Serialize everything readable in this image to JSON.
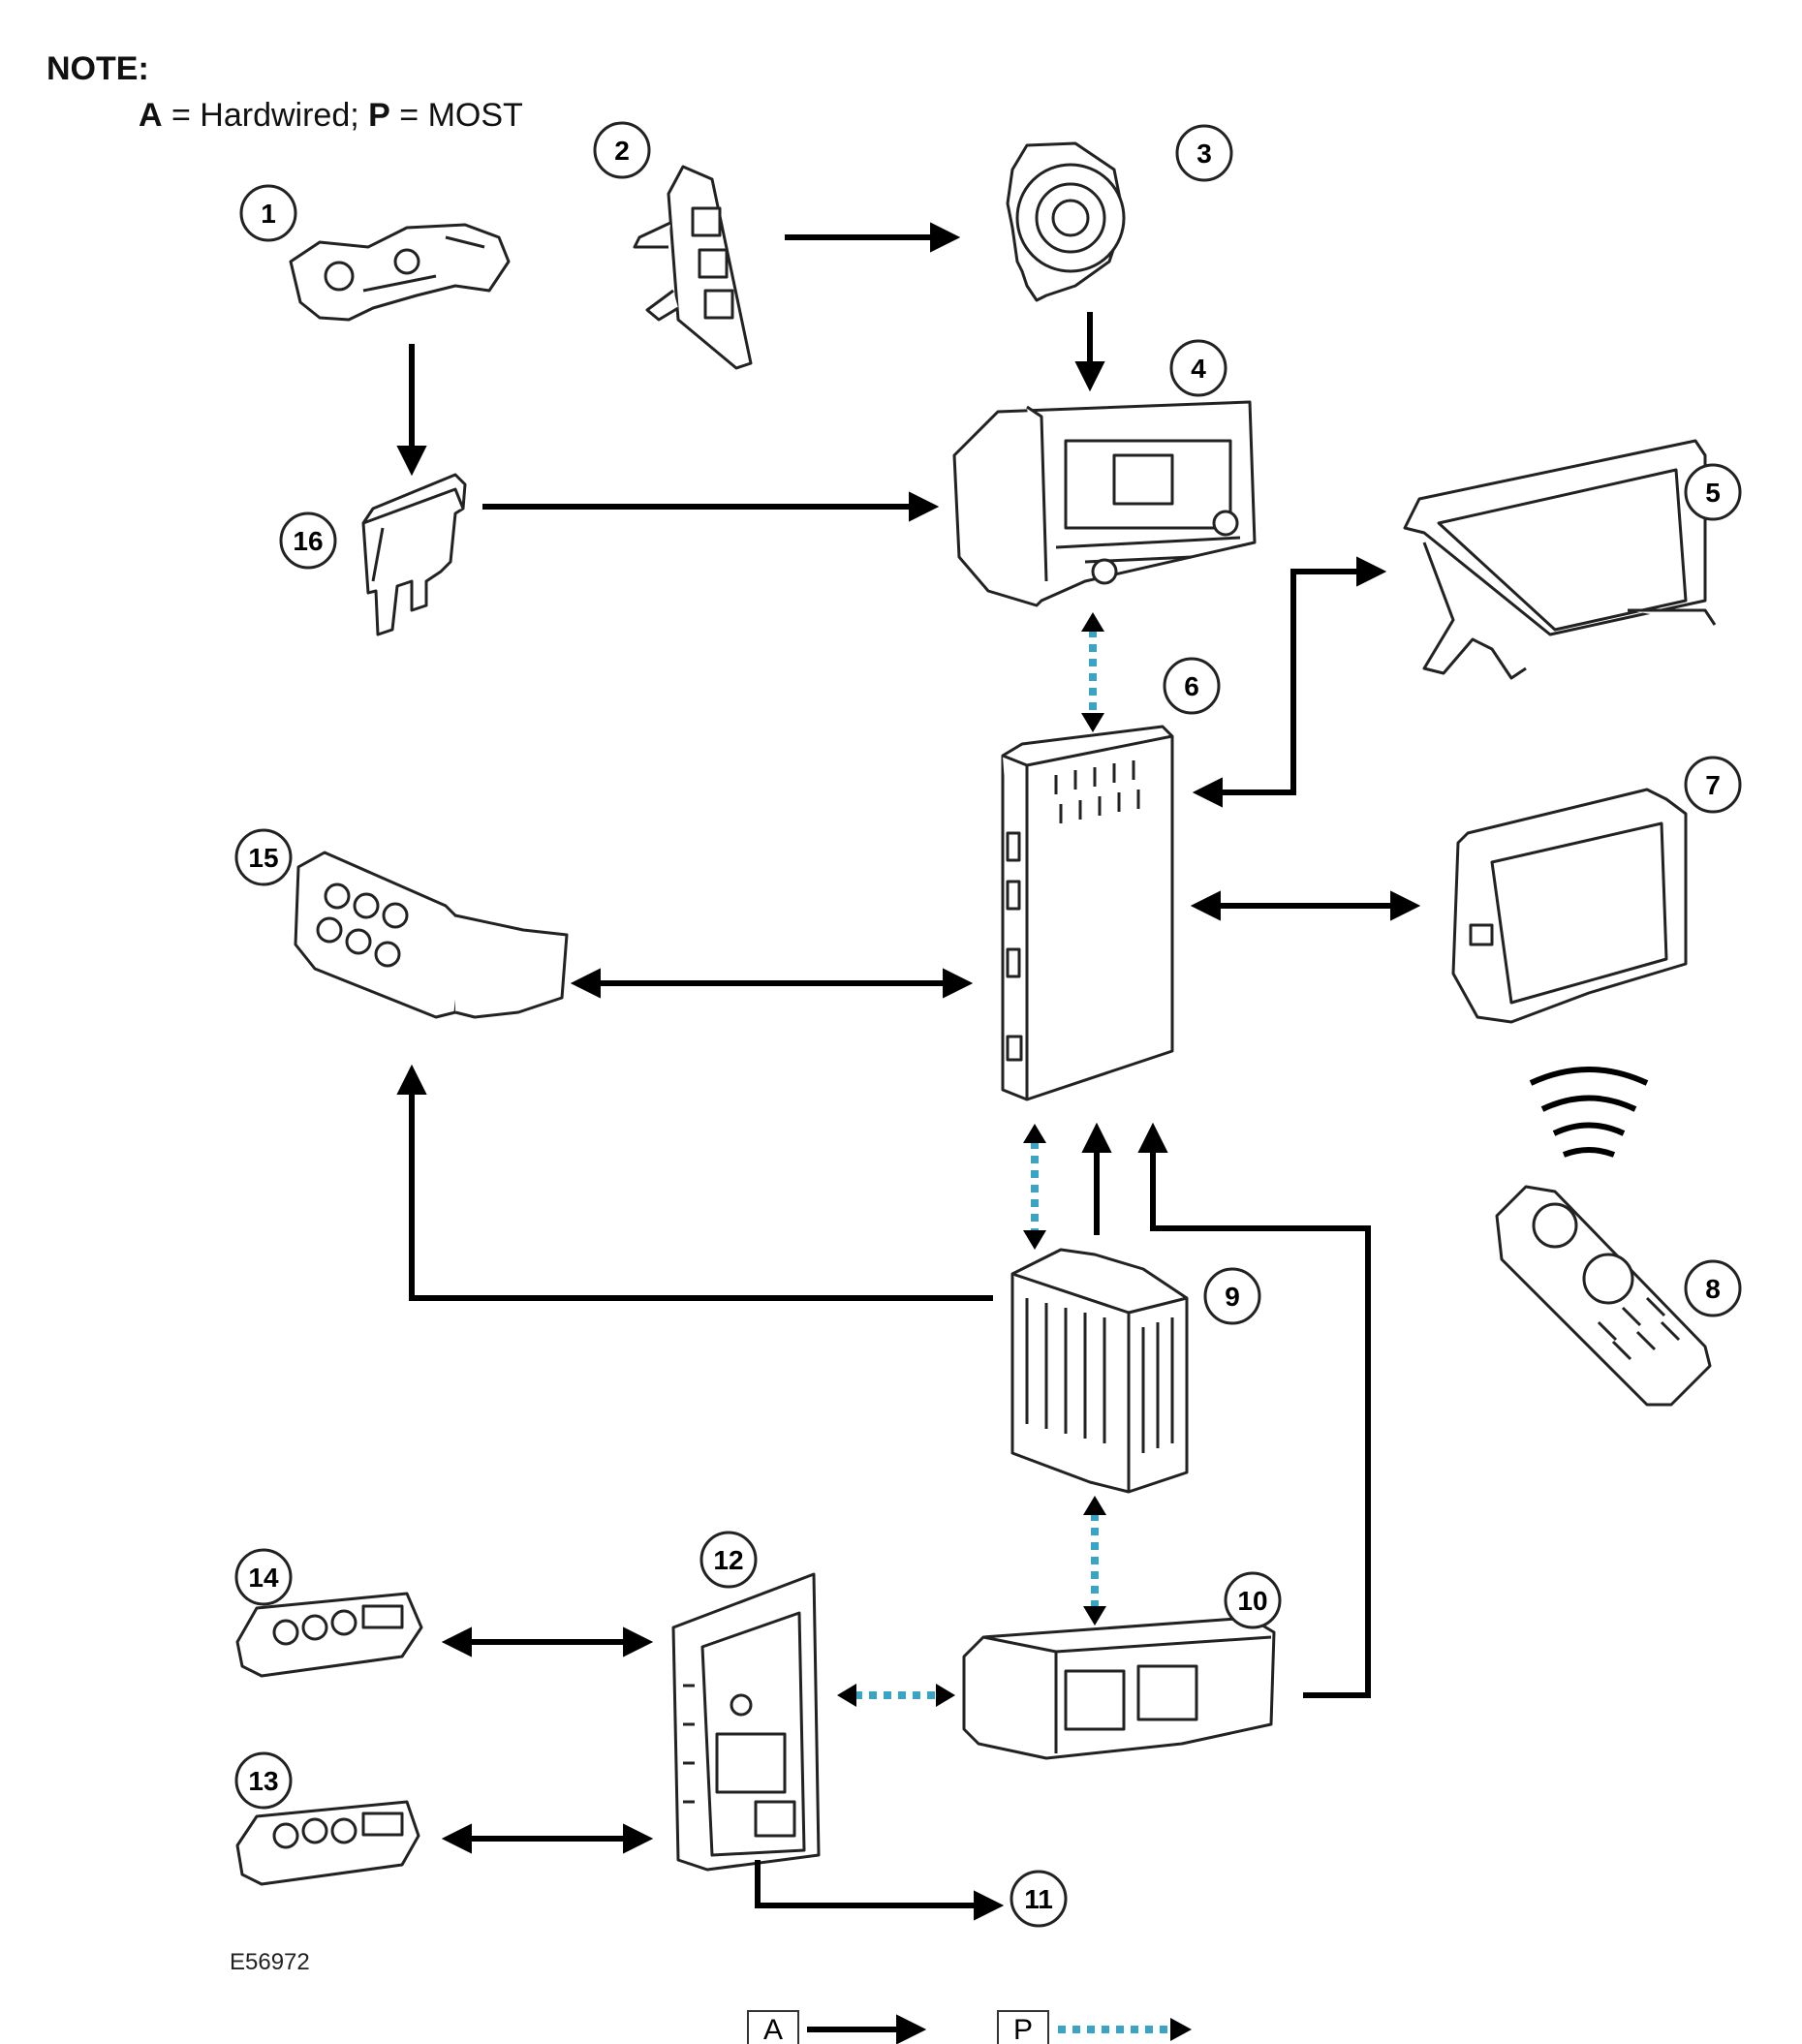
{
  "note": {
    "title": "NOTE:",
    "line": [
      {
        "key": "A",
        "text": " = Hardwired; "
      },
      {
        "key": "P",
        "text": " = MOST"
      }
    ]
  },
  "figure_code": "E56972",
  "components": [
    {
      "id": "1",
      "icon": "steering-column-switch-icon"
    },
    {
      "id": "2",
      "icon": "steering-wheel-switch-icon"
    },
    {
      "id": "3",
      "icon": "clockspring-icon"
    },
    {
      "id": "4",
      "icon": "audio-head-unit-icon"
    },
    {
      "id": "5",
      "icon": "front-display-icon"
    },
    {
      "id": "6",
      "icon": "control-module-icon"
    },
    {
      "id": "7",
      "icon": "rear-display-icon"
    },
    {
      "id": "8",
      "icon": "remote-control-icon"
    },
    {
      "id": "9",
      "icon": "amplifier-icon"
    },
    {
      "id": "10",
      "icon": "cd-changer-icon"
    },
    {
      "id": "11",
      "icon": "output-label"
    },
    {
      "id": "12",
      "icon": "circuit-board-icon"
    },
    {
      "id": "13",
      "icon": "switch-pack-icon"
    },
    {
      "id": "14",
      "icon": "switch-pack-icon"
    },
    {
      "id": "15",
      "icon": "rear-control-panel-icon"
    },
    {
      "id": "16",
      "icon": "fuse-icon"
    }
  ],
  "legend": [
    {
      "key": "A",
      "style": "solid"
    },
    {
      "key": "P",
      "style": "dotted"
    }
  ],
  "colors": {
    "line": "#000000",
    "most": "#3ba3c4"
  }
}
